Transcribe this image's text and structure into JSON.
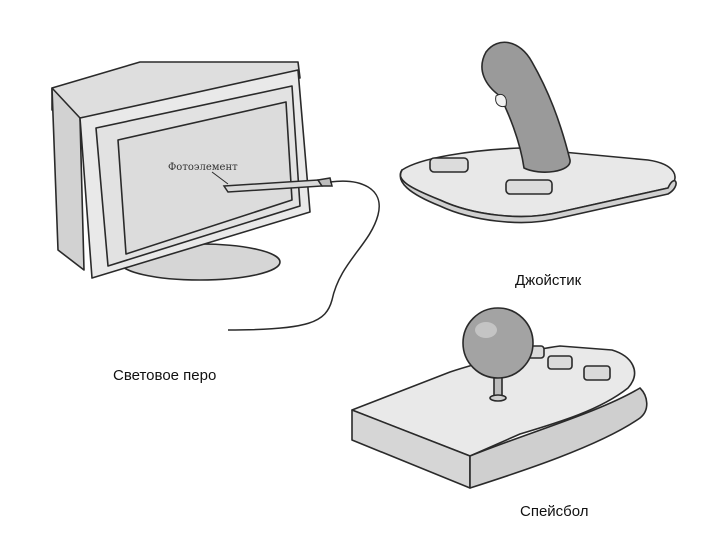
{
  "light_pen": {
    "screen_label": "Фотоэлемент",
    "caption": "Световое перо"
  },
  "joystick": {
    "caption": "Джойстик"
  },
  "spaceball": {
    "caption": "Спейсбол"
  },
  "colors": {
    "line": "#2a2a2a",
    "surface": "#e6e6e6",
    "surface_dark": "#cfcfcf",
    "stick": "#9a9a9a"
  },
  "icons": [
    "monitor-icon",
    "light-pen-icon",
    "joystick-icon",
    "spaceball-icon"
  ]
}
